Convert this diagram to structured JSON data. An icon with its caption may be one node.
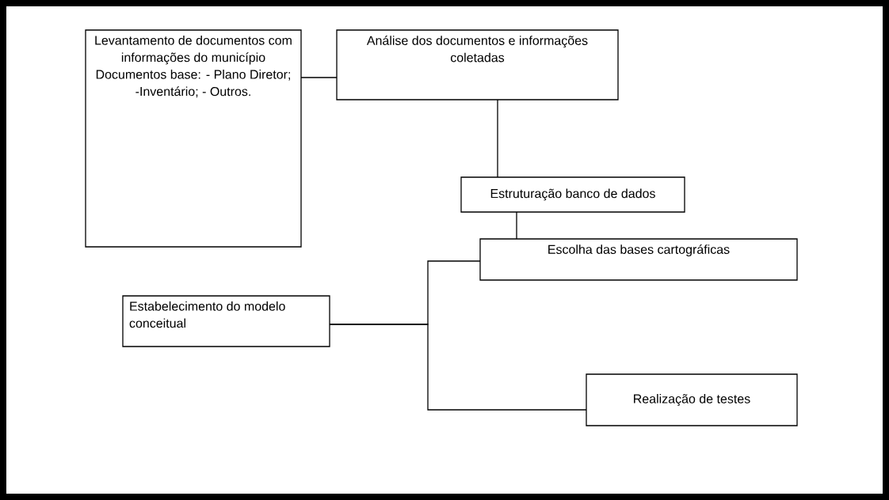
{
  "diagram": {
    "nodes": [
      {
        "text": [
          "Levantamento de documentos com informações do município",
          "Documentos base: - Plano Diretor; -Inventário; - Outros."
        ]
      },
      {
        "text": [
          "Análise dos documentos e informações coletadas"
        ]
      },
      {
        "text": [
          "Estruturação banco de dados"
        ]
      },
      {
        "text": [
          "Escolha das bases cartográficas"
        ]
      },
      {
        "text": [
          "Estabelecimento do modelo conceitual"
        ]
      },
      {
        "text": [
          "Realização de testes"
        ]
      }
    ],
    "edges": [
      {
        "from": 0,
        "to": 1,
        "arrow": "none"
      },
      {
        "from": 1,
        "to": 2,
        "arrow": "none"
      },
      {
        "from": 2,
        "to": 3,
        "arrow": "none"
      },
      {
        "from": 4,
        "to": 3,
        "arrow": "none"
      },
      {
        "from": 4,
        "to": 5,
        "arrow": "none"
      }
    ]
  }
}
